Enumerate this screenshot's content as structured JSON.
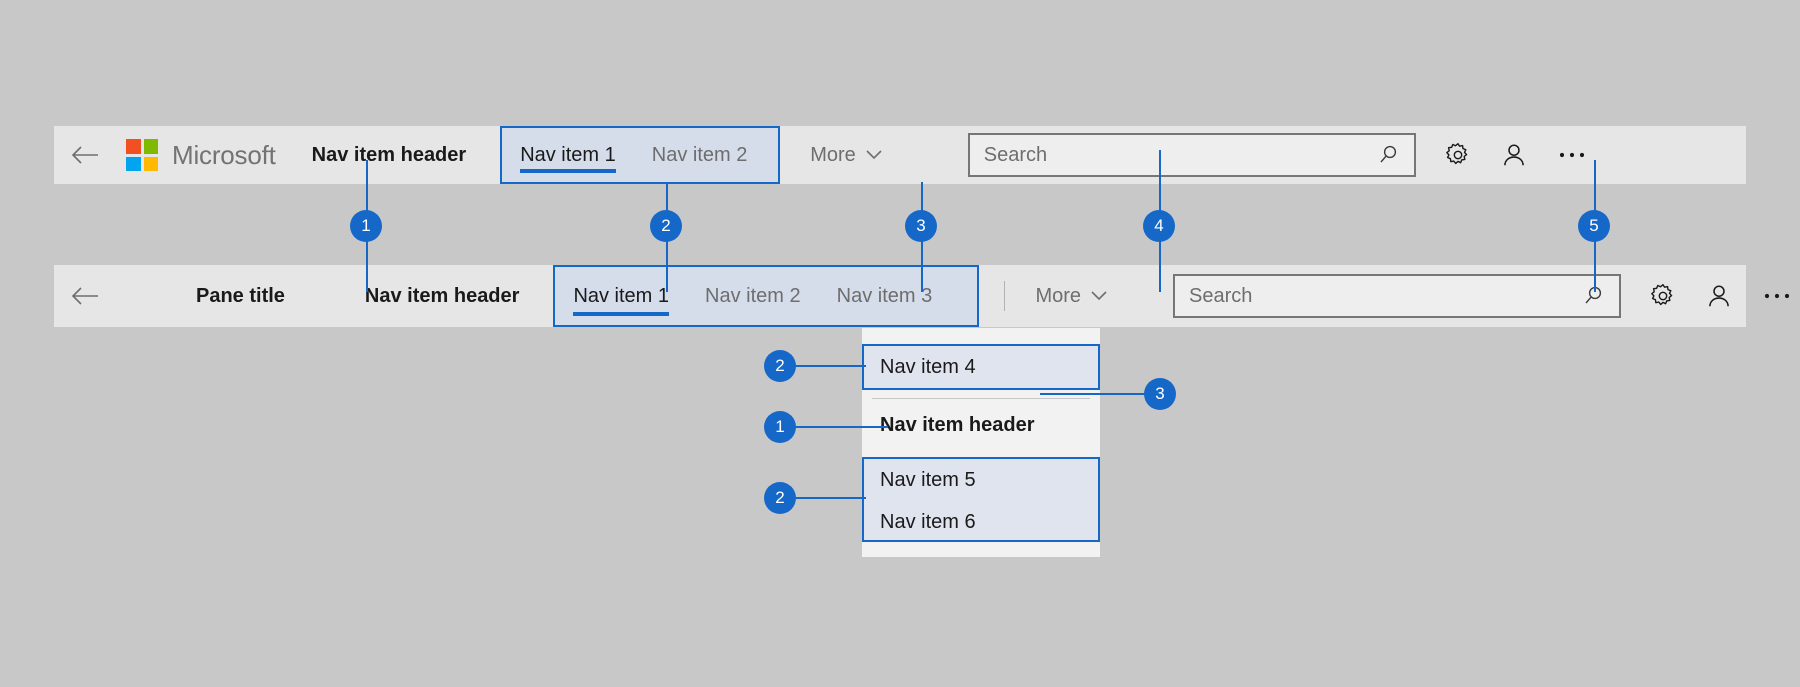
{
  "page": {
    "background": "#c8c8c8",
    "accent": "#1668c8",
    "bar_background": "#e6e6e6",
    "highlight_fill": "#d5dcea",
    "flyout_background": "#f2f2f2"
  },
  "brand": {
    "word": "Microsoft",
    "logo_colors": {
      "top_left": "#F25022",
      "top_right": "#7FBA00",
      "bottom_left": "#00A4EF",
      "bottom_right": "#FFB900"
    }
  },
  "bar_one": {
    "back_icon": "back-arrow-icon",
    "nav_header": "Nav item header",
    "nav_items": [
      {
        "label": "Nav item 1",
        "selected": true
      },
      {
        "label": "Nav item 2",
        "selected": false
      }
    ],
    "more_label": "More",
    "more_chevron": "chevron-down-icon",
    "search": {
      "placeholder": "Search",
      "value": "",
      "icon": "search-icon"
    },
    "actions": [
      {
        "icon": "gear-icon"
      },
      {
        "icon": "person-icon"
      },
      {
        "icon": "ellipsis-icon"
      }
    ]
  },
  "bar_two": {
    "back_icon": "back-arrow-icon",
    "pane_title": "Pane title",
    "nav_header": "Nav item header",
    "nav_items": [
      {
        "label": "Nav item 1",
        "selected": true
      },
      {
        "label": "Nav item 2",
        "selected": false
      },
      {
        "label": "Nav item 3",
        "selected": false
      }
    ],
    "more_label": "More",
    "more_chevron": "chevron-down-icon",
    "search": {
      "placeholder": "Search",
      "value": "",
      "icon": "search-icon"
    },
    "actions": [
      {
        "icon": "gear-icon"
      },
      {
        "icon": "person-icon"
      },
      {
        "icon": "ellipsis-icon"
      }
    ]
  },
  "flyout": {
    "item_top": "Nav item 4",
    "header": "Nav item header",
    "item_mid": "Nav item 5",
    "item_bottom": "Nav item 6"
  },
  "callouts": {
    "top_row": [
      {
        "number": "1"
      },
      {
        "number": "2"
      },
      {
        "number": "3"
      },
      {
        "number": "4"
      },
      {
        "number": "5"
      }
    ],
    "flyout_left": [
      {
        "number": "2"
      },
      {
        "number": "1"
      },
      {
        "number": "2"
      }
    ],
    "flyout_right": [
      {
        "number": "3"
      }
    ]
  }
}
